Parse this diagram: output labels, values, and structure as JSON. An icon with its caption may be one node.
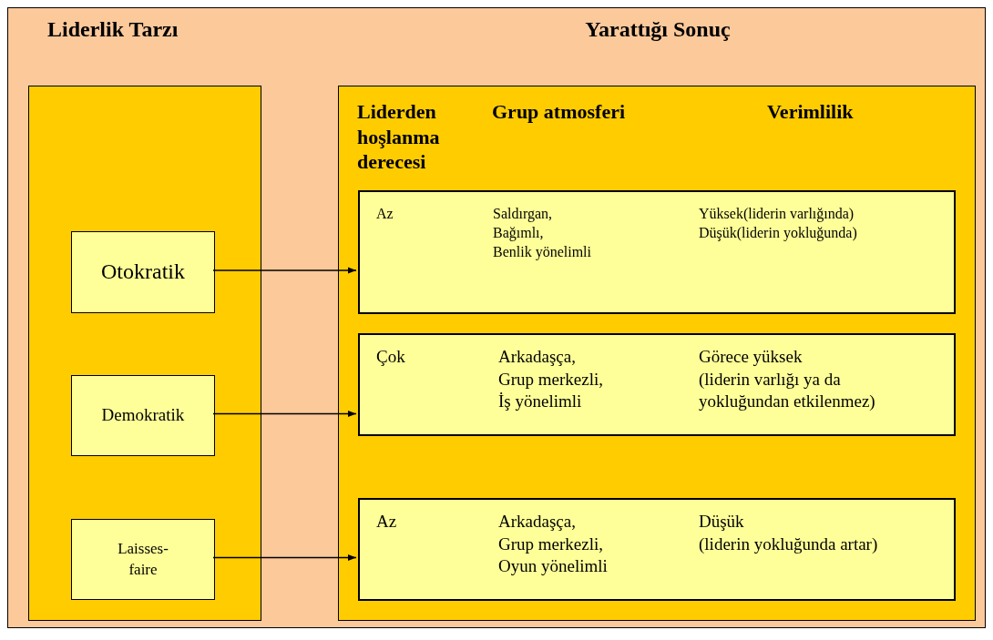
{
  "diagram": {
    "nodes": [
      {
        "text": [
          "Liderlik Tarzı"
        ]
      },
      {
        "text": [
          "Otokratik"
        ],
        "in": 0
      },
      {
        "text": [
          "Demokratik"
        ],
        "in": 0
      },
      {
        "text": [
          "Laisses- faire"
        ],
        "in": 0
      },
      {
        "text": [
          "Yarattığı Sonuç",
          "Liderden hoşlanma derecesi",
          "Grup atmosferi",
          "Verimlilik"
        ]
      },
      {
        "text": [
          "Az",
          "Saldırgan, Bağımlı, Benlik yönelimli",
          "Yüksek(liderin varlığında) Düşük(liderin yokluğunda)"
        ],
        "in": 4
      },
      {
        "text": [
          "Çok",
          "Arkadaşça, Grup merkezli, İş yönelimli",
          "Görece yüksek (liderin varlığı ya da yokluğundan etkilenmez)"
        ],
        "in": 4
      },
      {
        "text": [
          "Az",
          "Arkadaşça, Grup merkezli, Oyun yönelimli",
          "Düşük (liderin yokluğunda artar)"
        ],
        "in": 4
      }
    ],
    "edges": [
      {
        "from": 1,
        "to": 5,
        "arrow": "to"
      },
      {
        "from": 2,
        "to": 6,
        "arrow": "to"
      },
      {
        "from": 3,
        "to": 7,
        "arrow": "to"
      }
    ]
  }
}
